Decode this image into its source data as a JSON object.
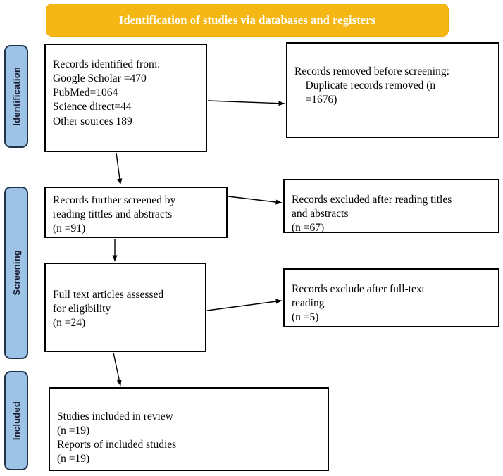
{
  "diagram": {
    "title": "Identification of studies via databases and registers",
    "type": "prisma-flow-diagram",
    "colors": {
      "banner_background": "#f5b714",
      "banner_text": "#ffffff",
      "stage_label_background": "#9dc3e6",
      "stage_label_border": "#1f3348",
      "box_border": "#000000",
      "box_background": "#ffffff",
      "connector": "#000000"
    }
  },
  "header": {
    "banner_label": "Identification of studies via databases and registers"
  },
  "stages": [
    {
      "id": "identification",
      "label": "Identification"
    },
    {
      "id": "screening",
      "label": "Screening"
    },
    {
      "id": "included",
      "label": "Included"
    }
  ],
  "boxes": {
    "identified": {
      "name": "records-identified",
      "text": "Records identified from:\nGoogle Scholar =470\nPubMed=1064\nScience direct=44\nOther sources 189",
      "counts": {
        "google_scholar": 470,
        "pubmed": 1064,
        "science_direct": 44,
        "other_sources": 189
      }
    },
    "removed": {
      "name": "records-removed-before-screening",
      "text": "Records removed before screening:\n    Duplicate records removed (n\n    =1676)",
      "counts": {
        "duplicates_removed": 1676
      }
    },
    "screened": {
      "name": "records-further-screened",
      "text": "Records further screened by\nreading tittles and abstracts\n(n =91)",
      "counts": {
        "n": 91
      }
    },
    "excluded_titles": {
      "name": "records-excluded-titles-abstracts",
      "text": "Records excluded after reading titles\nand abstracts\n(n =67)",
      "counts": {
        "n": 67
      }
    },
    "fulltext": {
      "name": "full-text-articles-assessed",
      "text": "Full text articles assessed\nfor eligibility\n(n =24)",
      "counts": {
        "n": 24
      }
    },
    "excluded_fulltext": {
      "name": "records-excluded-full-text",
      "text": "Records exclude after full-text\nreading\n(n =5)",
      "counts": {
        "n": 5
      }
    },
    "included": {
      "name": "studies-included-in-review",
      "text": "Studies included in review\n(n =19)\nReports of included studies\n(n =19)",
      "counts": {
        "studies_included": 19,
        "reports_included": 19
      }
    }
  },
  "connectors": [
    {
      "id": "identified-to-removed",
      "from": "identified",
      "to": "removed",
      "direction": "horizontal-right"
    },
    {
      "id": "identified-to-screened",
      "from": "identified",
      "to": "screened",
      "direction": "vertical-down"
    },
    {
      "id": "screened-to-excluded",
      "from": "screened",
      "to": "excluded_titles",
      "direction": "horizontal-right"
    },
    {
      "id": "screened-to-fulltext",
      "from": "screened",
      "to": "fulltext",
      "direction": "vertical-down"
    },
    {
      "id": "fulltext-to-excluded",
      "from": "fulltext",
      "to": "excluded_fulltext",
      "direction": "horizontal-right"
    },
    {
      "id": "fulltext-to-included",
      "from": "fulltext",
      "to": "included",
      "direction": "vertical-down"
    }
  ]
}
